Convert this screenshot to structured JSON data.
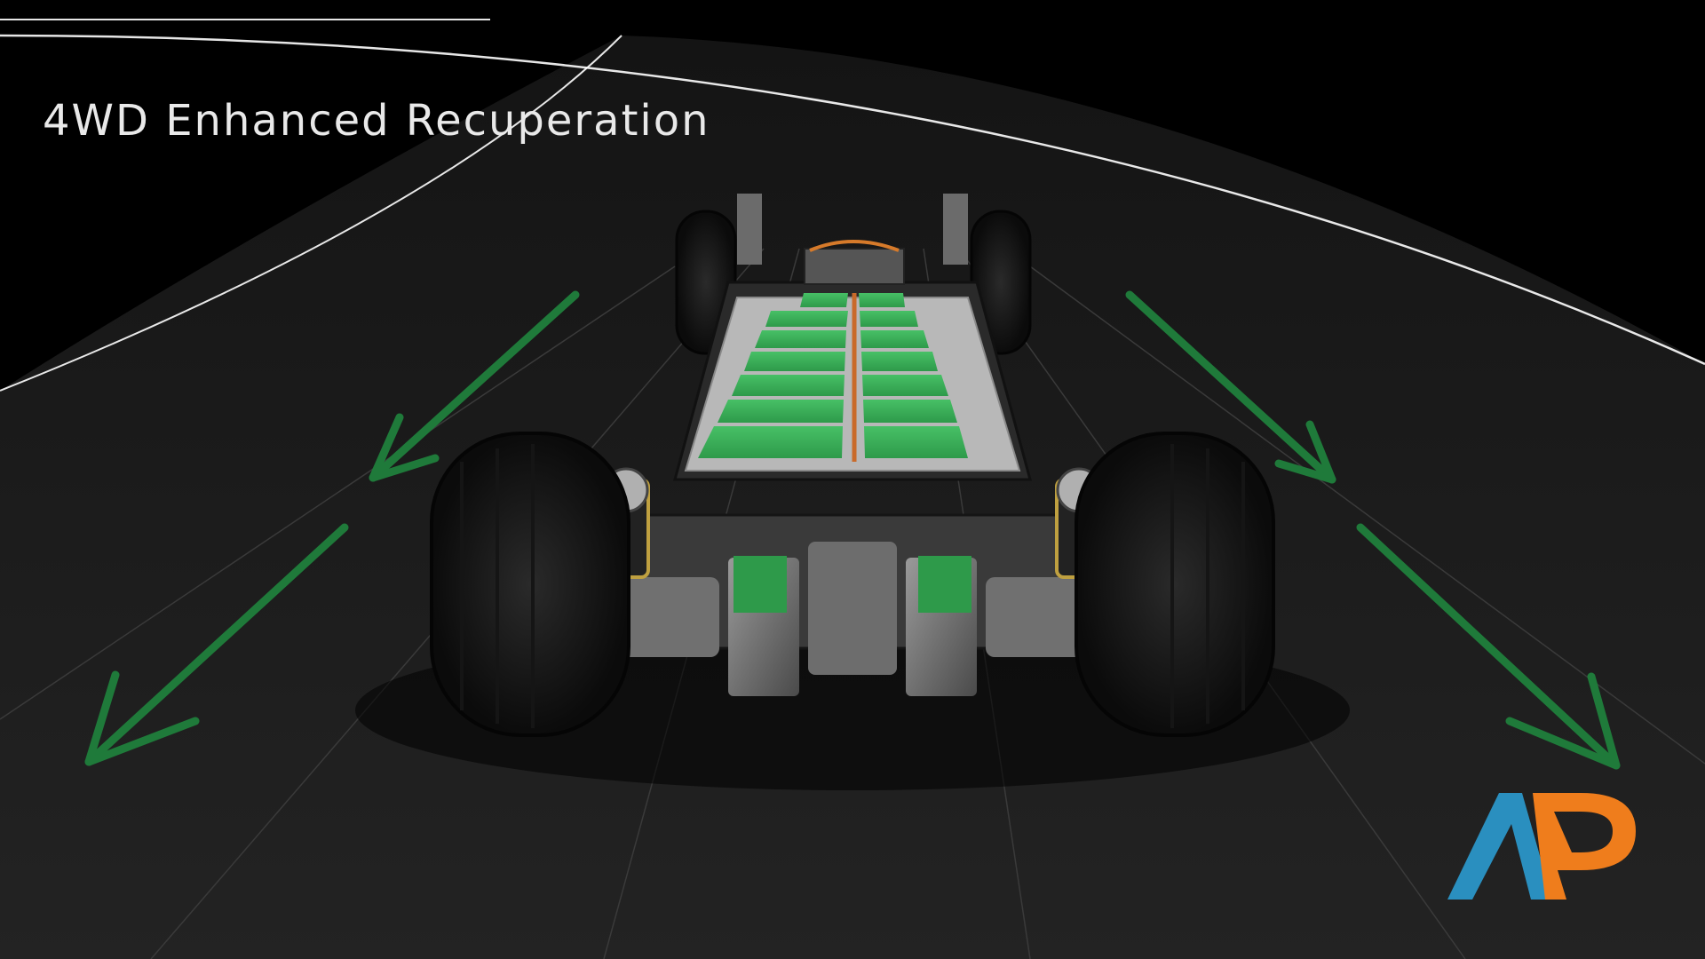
{
  "overlay": {
    "title": "4WD Enhanced Recuperation"
  },
  "logo": {
    "text": "AP",
    "colors": {
      "a": "#2a8fbf",
      "p": "#ef7d1c"
    }
  },
  "colors": {
    "background": "#000000",
    "road": "#1b1b1b",
    "arrow": "#1f7a3a",
    "battery_cell": "#3cb55a",
    "road_edge": "#ffffff"
  },
  "icons": {
    "arrows": "green-downward-arrow",
    "chassis": "ev-skateboard-chassis"
  }
}
